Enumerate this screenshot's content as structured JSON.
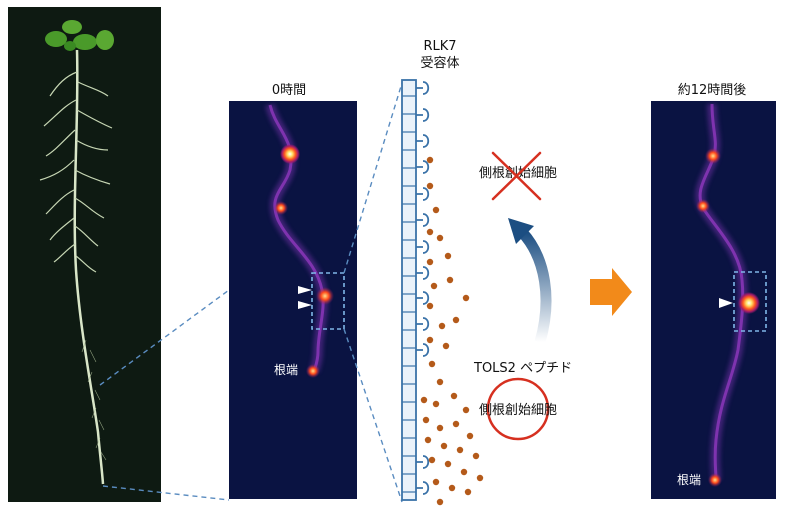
{
  "labels": {
    "receptor_line1": "RLK7",
    "receptor_line2": "受容体",
    "time_start": "0時間",
    "time_end": "約12時間後",
    "root_tip": "根端",
    "peptide": "TOLS2 ペプチド",
    "founder_cell": "側根創始細胞"
  },
  "colors": {
    "photo_bg": "#0e1a12",
    "root": "#d9e6c8",
    "leaf": "#4a9a2a",
    "fluor_bg": "#0a1342",
    "receptor": "#3a72a8",
    "peptide_dot": "#b45a1a",
    "cross": "#d63020",
    "circle": "#d63020",
    "arrow_curve": "#1c4e82",
    "arrow_orange": "#f28a1a",
    "dash_box": "#7fb6e8"
  },
  "icons": {
    "cross": "x-mark-icon",
    "circle": "circle-mark-icon",
    "curved_arrow": "curved-arrow-icon",
    "right_arrow": "right-arrow-icon",
    "arrowheads": "triangle-arrow-icon"
  }
}
